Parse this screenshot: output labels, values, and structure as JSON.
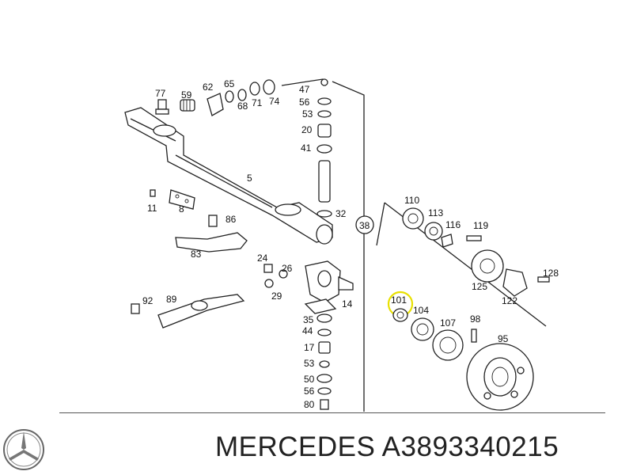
{
  "caption": {
    "brand": "MERCEDES",
    "part_number": "A3893340215"
  },
  "highlight_color": "#e8e000",
  "callouts": {
    "n77": "77",
    "n59": "59",
    "n62": "62",
    "n65": "65",
    "n68": "68",
    "n71": "71",
    "n74": "74",
    "n47": "47",
    "n56a": "56",
    "n53a": "53",
    "n20": "20",
    "n41": "41",
    "n5": "5",
    "n32": "32",
    "n38": "38",
    "n11": "11",
    "n8": "8",
    "n86": "86",
    "n83": "83",
    "n24": "24",
    "n26": "26",
    "n29": "29",
    "n14": "14",
    "n92": "92",
    "n89": "89",
    "n35": "35",
    "n44": "44",
    "n17": "17",
    "n53b": "53",
    "n50": "50",
    "n56b": "56",
    "n80": "80",
    "n110": "110",
    "n113": "113",
    "n116": "116",
    "n119": "119",
    "n125": "125",
    "n128": "128",
    "n122": "122",
    "n101": "101",
    "n104": "104",
    "n107": "107",
    "n98": "98",
    "n95": "95"
  }
}
